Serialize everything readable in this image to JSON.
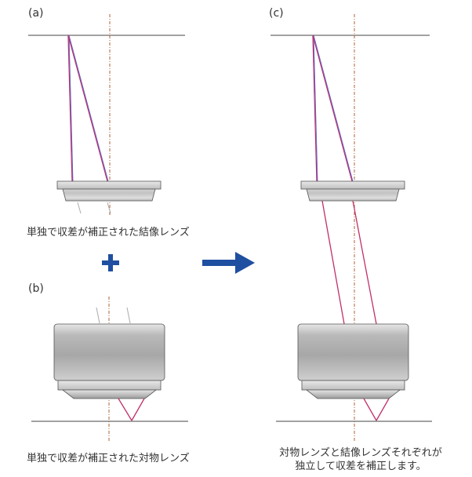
{
  "panels": {
    "a": {
      "label": "(a)",
      "caption": "単独で収差が補正された結像レンズ"
    },
    "b": {
      "label": "(b)",
      "caption": "単独で収差が補正された対物レンズ"
    },
    "c": {
      "label": "(c)",
      "caption_line1": "対物レンズと結像レンズそれぞれが",
      "caption_line2": "独立して収差を補正します。"
    }
  },
  "symbols": {
    "plus": "+",
    "arrow": "right-arrow-icon"
  },
  "colors": {
    "ray_red": "#c0306a",
    "ray_blue": "#5b63c8",
    "axis": "#b0603a",
    "accent": "#1f4fa0",
    "lens_dark": "#8d8d8d",
    "lens_light": "#e4e4e4"
  }
}
